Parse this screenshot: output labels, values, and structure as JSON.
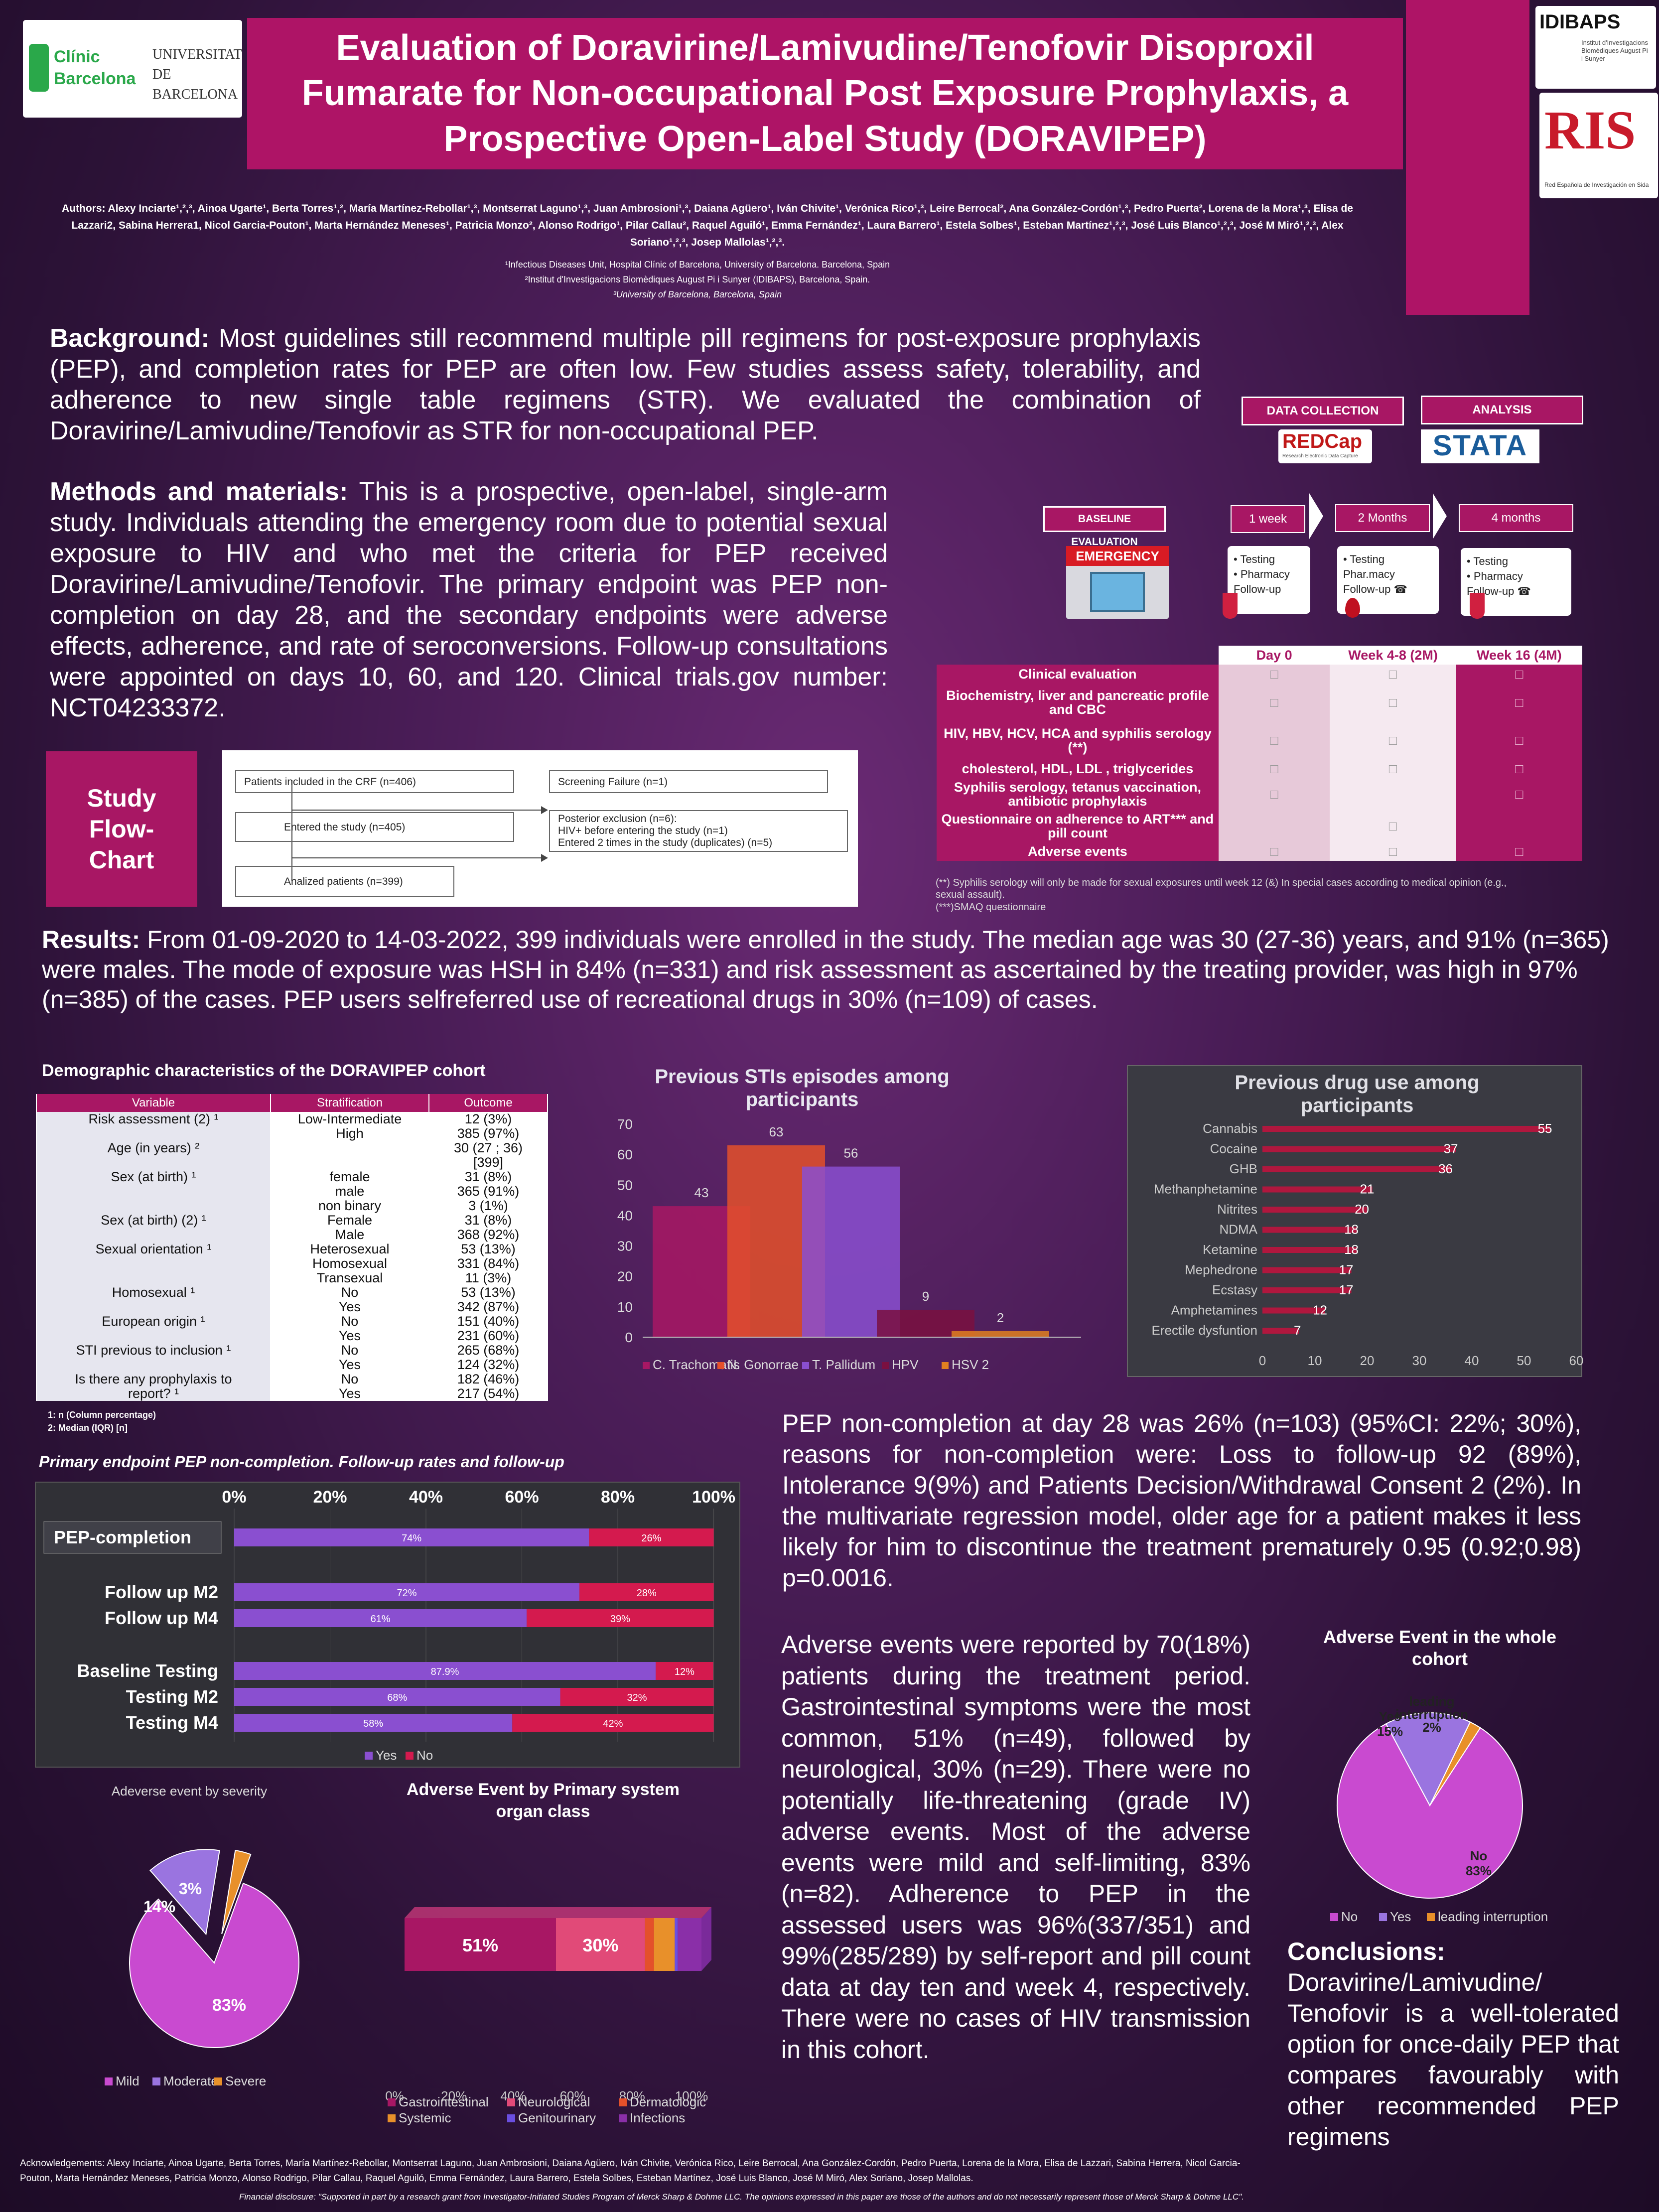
{
  "logos": {
    "clinic": "Clínic Barcelona",
    "univ": "UNIVERSITAT DE BARCELONA",
    "idibaps": "IDIBAPS",
    "idibaps_sub": "Institut d'Investigacions Biomèdiques August Pi i Sunyer",
    "ris": "RIS",
    "ris_sub": "Red Española de Investigación en Sida"
  },
  "title": "Evaluation of Doravirine/Lamivudine/Tenofovir Disoproxil Fumarate for Non-occupational Post Exposure Prophylaxis, a Prospective Open-Label Study (DORAVIPEP)",
  "authors": "Authors: Alexy Inciarte¹,²,³, Ainoa Ugarte¹, Berta Torres¹,², María Martínez-Rebollar¹,³, Montserrat Laguno¹,³, Juan Ambrosioni¹,³, Daiana Agüero¹, Iván Chivite¹, Verónica Rico¹,³, Leire Berrocal², Ana González-Cordón¹,³, Pedro Puerta², Lorena de la Mora¹,³, Elisa de Lazzari2, Sabina Herrera1, Nicol Garcia-Pouton¹, Marta Hernández Meneses¹, Patricia Monzo², Alonso Rodrigo¹, Pilar Callau², Raquel Aguiló¹, Emma Fernández¹, Laura Barrero¹, Estela Solbes¹, Esteban Martínez¹,²,³, José Luis Blanco¹,²,³, José M Miró¹,²,³, Alex Soriano¹,²,³, Josep Mallolas¹,²,³.",
  "affiliations": [
    "¹Infectious Diseases Unit, Hospital Clínic of Barcelona, University of Barcelona. Barcelona, Spain",
    "²Institut d'Investigacions Biomèdiques August Pi i Sunyer (IDIBAPS), Barcelona, Spain.",
    "³University of Barcelona, Barcelona, Spain"
  ],
  "background": {
    "head": "Background:",
    "text": " Most guidelines still recommend multiple pill regimens for post-exposure prophylaxis (PEP), and completion rates for PEP are often low. Few studies assess safety, tolerability, and adherence to new single table regimens (STR). We evaluated the combination of Doravirine/Lamivudine/Tenofovir as STR for non-occupational PEP."
  },
  "methods": {
    "head": "Methods and materials:",
    "text": " This is a prospective, open-label, single-arm study. Individuals attending the emergency room due to potential sexual exposure to HIV and who met the criteria for PEP received Doravirine/Lamivudine/Tenofovir. The primary endpoint was PEP non-completion on day 28, and the secondary endpoints were adverse effects, adherence, and rate of seroconversions. Follow-up consultations were appointed on days 10, 60, and 120. Clinical trials.gov number: NCT04233372."
  },
  "data_collection": {
    "label": "DATA COLLECTION",
    "tool": "REDCap",
    "tool_sub": "Research Electronic Data Capture"
  },
  "analysis": {
    "label": "ANALYSIS",
    "tool": "STATA"
  },
  "timeline": {
    "baseline": "BASELINE EVALUATION",
    "emergency": "EMERGENCY",
    "w1": "1 week",
    "m2": "2 Months",
    "m4": "4 months",
    "card1": [
      "• Testing",
      "• Pharmacy",
      "  Follow-up"
    ],
    "card2": [
      "• Testing",
      "  Phar.macy",
      "  Follow-up ☎"
    ],
    "card3": [
      "• Testing",
      "• Pharmacy",
      "  Follow-up ☎"
    ]
  },
  "schedule": {
    "headers": [
      "",
      "Day 0",
      "Week 4-8 (2M)",
      "Week 16 (4M)"
    ],
    "rows": [
      {
        "label": "Clinical evaluation",
        "m": [
          "□",
          "□",
          "□"
        ]
      },
      {
        "label": "Biochemistry, liver and pancreatic profile and CBC",
        "m": [
          "□",
          "□",
          "□"
        ]
      },
      {
        "label": "HIV, HBV, HCV, HCA and syphilis serology (**)",
        "m": [
          "□",
          "□",
          "□"
        ]
      },
      {
        "label": "cholesterol, HDL, LDL , triglycerides",
        "m": [
          "□",
          "□",
          "□"
        ]
      },
      {
        "label": "Syphilis serology, tetanus vaccination, antibiotic prophylaxis",
        "m": [
          "□",
          "",
          "□"
        ]
      },
      {
        "label": "Questionnaire on adherence to ART*** and pill count",
        "m": [
          "",
          "□",
          ""
        ]
      },
      {
        "label": "Adverse events",
        "m": [
          "□",
          "□",
          "□"
        ]
      }
    ],
    "note1": "(**) Syphilis serology will only be made for sexual exposures until week 12 (&) In special cases according to medical opinion (e.g., sexual assault).",
    "note2": "(***)SMAQ questionnaire"
  },
  "flow": {
    "label": "Study Flow-Chart",
    "b1": "Patients included in the CRF (n=406)",
    "b2": "Screening Failure (n=1)",
    "b3": "Entered the study (n=405)",
    "b4": [
      "Posterior exclusion (n=6):",
      "HIV+ before entering the study (n=1)",
      "Entered 2 times in the study (duplicates) (n=5)"
    ],
    "b5": "Analized patients (n=399)"
  },
  "results": {
    "head": "Results:",
    "text": " From 01-09-2020 to 14-03-2022, 399 individuals were enrolled in the study. The median age was 30 (27-36) years, and 91% (n=365) were males. The mode of exposure was HSH in 84% (n=331) and risk assessment as ascertained by the treating provider, was high in 97% (n=385) of the cases. PEP users selfreferred use of recreational drugs in 30% (n=109) of cases."
  },
  "demo": {
    "title": "Demographic characteristics of the DORAVIPEP cohort",
    "headers": [
      "Variable",
      "Stratification",
      "Outcome"
    ],
    "rows": [
      [
        "Risk assessment (2) ¹",
        "Low-Intermediate",
        "12 (3%)"
      ],
      [
        "",
        "High",
        "385 (97%)"
      ],
      [
        "Age (in years) ²",
        "",
        "30 (27 ; 36)"
      ],
      [
        "",
        "",
        "[399]"
      ],
      [
        "Sex (at birth) ¹",
        "female",
        "31 (8%)"
      ],
      [
        "",
        "male",
        "365 (91%)"
      ],
      [
        "",
        "non binary",
        "3 (1%)"
      ],
      [
        "Sex (at birth) (2) ¹",
        "Female",
        "31 (8%)"
      ],
      [
        "",
        "Male",
        "368 (92%)"
      ],
      [
        "Sexual orientation ¹",
        "Heterosexual",
        "53 (13%)"
      ],
      [
        "",
        "Homosexual",
        "331 (84%)"
      ],
      [
        "",
        "Transexual",
        "11 (3%)"
      ],
      [
        "Homosexual ¹",
        "No",
        "53 (13%)"
      ],
      [
        "",
        "Yes",
        "342 (87%)"
      ],
      [
        "European origin ¹",
        "No",
        "151 (40%)"
      ],
      [
        "",
        "Yes",
        "231 (60%)"
      ],
      [
        "STI previous to inclusion ¹",
        "No",
        "265 (68%)"
      ],
      [
        "",
        "Yes",
        "124 (32%)"
      ],
      [
        "Is there any prophylaxis to",
        "No",
        "182 (46%)"
      ],
      [
        "report? ¹",
        "Yes",
        "217 (54%)"
      ]
    ],
    "foot1": "1: n (Column percentage)",
    "foot2": "2: Median (IQR) [n]"
  },
  "chart_data": [
    {
      "type": "bar",
      "title": "Previous STIs episodes among participants",
      "categories": [
        "C. Trachomatis",
        "N. Gonorrae",
        "T. Pallidum",
        "HPV",
        "HSV 2"
      ],
      "values": [
        43,
        63,
        56,
        9,
        2
      ],
      "ylim": [
        0,
        70
      ],
      "yticks": [
        0,
        10,
        20,
        30,
        40,
        50,
        60,
        70
      ],
      "colors": [
        "#a81764",
        "#e4502a",
        "#8a4fd0",
        "#7a1040",
        "#e08020"
      ]
    },
    {
      "type": "bar",
      "orientation": "horizontal",
      "title": "Previous drug use among participants",
      "categories": [
        "Cannabis",
        "Cocaine",
        "GHB",
        "Methanphetamine",
        "Nitrites",
        "NDMA",
        "Ketamine",
        "Mephedrone",
        "Ecstasy",
        "Amphetamines",
        "Erectile dysfuntion"
      ],
      "values": [
        55,
        37,
        36,
        21,
        20,
        18,
        18,
        17,
        17,
        12,
        7
      ],
      "xlim": [
        0,
        60
      ],
      "xticks": [
        0,
        10,
        20,
        30,
        40,
        50,
        60
      ]
    },
    {
      "type": "bar",
      "orientation": "horizontal",
      "stacked": true,
      "title": "Primary endpoint PEP non-completion. Follow-up rates and follow-up",
      "categories": [
        "PEP-completion",
        "Follow up M2",
        "Follow up M4",
        "Baseline Testing",
        "Testing M2",
        "Testing M4"
      ],
      "series": [
        {
          "name": "Yes",
          "values": [
            74,
            72,
            61,
            87.9,
            68,
            58
          ]
        },
        {
          "name": "No",
          "values": [
            26,
            28,
            39,
            12,
            32,
            42
          ]
        }
      ],
      "value_labels": {
        "Yes": [
          "74%",
          "72%",
          "61%",
          "87.9%",
          "68%",
          "58%"
        ],
        "No": [
          "26%",
          "28%",
          "39%",
          "12%",
          "32%",
          "42%"
        ]
      },
      "xticks": [
        "0%",
        "20%",
        "40%",
        "60%",
        "80%",
        "100%"
      ]
    },
    {
      "type": "pie",
      "title": "Adeverse event by severity",
      "categories": [
        "Mild",
        "Moderate",
        "Severe"
      ],
      "values": [
        83,
        14,
        3
      ],
      "labels": [
        "83%",
        "14%",
        "3%"
      ],
      "colors": [
        "#c94ad0",
        "#9a74e0",
        "#e8902a"
      ]
    },
    {
      "type": "bar",
      "orientation": "horizontal",
      "stacked": true,
      "title": "Adverse Event  by Primary system organ class",
      "categories": [
        ""
      ],
      "series": [
        {
          "name": "Gastrointestinal",
          "values": [
            51
          ]
        },
        {
          "name": "Neurological",
          "values": [
            30
          ]
        },
        {
          "name": "Dermatologic",
          "values": [
            3
          ]
        },
        {
          "name": "Systemic",
          "values": [
            7
          ]
        },
        {
          "name": "Genitourinary",
          "values": [
            1
          ]
        },
        {
          "name": "Infections",
          "values": [
            8
          ]
        }
      ],
      "labels": {
        "Gastrointestinal": "51%",
        "Neurological": "30%"
      },
      "xticks": [
        "0%",
        "20%",
        "40%",
        "60%",
        "80%",
        "100%"
      ]
    },
    {
      "type": "pie",
      "title": "Adverse Event in the whole cohort",
      "categories": [
        "No",
        "Yes",
        "leading interruption"
      ],
      "values": [
        83,
        15,
        2
      ],
      "labels": [
        "No\n83%",
        "Yes\n15%",
        "leading interruption\n2%"
      ],
      "colors": [
        "#c94ad0",
        "#9a74e0",
        "#e8902a"
      ]
    }
  ],
  "pep_text": "PEP non-completion at day 28 was 26% (n=103) (95%CI: 22%; 30%), reasons for non-completion were: Loss to follow-up 92 (89%), Intolerance 9(9%) and Patients Decision/Withdrawal Consent 2 (2%). In the multivariate regression model, older age for a patient makes it less likely for him to discontinue the treatment prematurely 0.95 (0.92;0.98) p=0.0016.",
  "adverse_text": "Adverse events were reported by 70(18%) patients during the treatment period. Gastrointestinal symptoms were the most common, 51% (n=49), followed by neurological, 30% (n=29). There were no potentially life-threatening (grade IV) adverse events. Most of the adverse events were mild and self-limiting, 83% (n=82). Adherence to PEP in the assessed users was 96%(337/351) and 99%(285/289) by self-report and pill count data at day ten and week 4, respectively. There were no cases of HIV transmission in this cohort.",
  "conclusions": {
    "head": "Conclusions:",
    "text": "Doravirine/Lamivudine/ Tenofovir is a well-tolerated option for once-daily PEP that compares favourably with other recommended PEP regimens"
  },
  "ack": "Acknowledgements: Alexy Inciarte, Ainoa Ugarte, Berta Torres, María Martínez-Rebollar, Montserrat Laguno, Juan Ambrosioni, Daiana Agüero, Iván Chivite, Verónica Rico, Leire Berrocal,  Ana González-Cordón,  Pedro Puerta, Lorena de la Mora, Elisa de Lazzari, Sabina Herrera, Nicol Garcia-Pouton,  Marta Hernández Meneses, Patricia Monzo, Alonso Rodrigo, Pilar Callau, Raquel Aguiló, Emma Fernández, Laura Barrero, Estela Solbes,  Esteban Martínez, José Luis Blanco, José M Miró, Alex Soriano, Josep Mallolas.",
  "disclosure": "Financial disclosure: \"Supported in part by a research grant from Investigator-Initiated Studies Program of Merck Sharp & Dohme LLC. The opinions expressed in this paper are those of the authors and do not necessarily represent those of Merck Sharp & Dohme LLC\"."
}
